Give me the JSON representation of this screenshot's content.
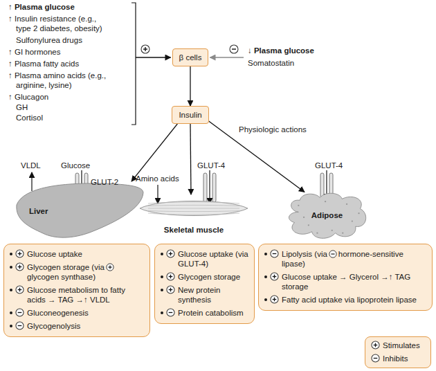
{
  "diagram": {
    "nodes": [
      {
        "text": [
          "β cells"
        ]
      },
      {
        "text": [
          "Insulin"
        ]
      },
      {
        "text": [
          "Liver"
        ]
      },
      {
        "text": [
          "Skeletal muscle"
        ]
      },
      {
        "text": [
          "Adipose"
        ]
      },
      {
        "text": [
          "Glucose uptake",
          "Glycogen storage (via",
          "glycogen synthase)",
          "Glucose metabolism to fatty acids → TAG →↑ VLDL",
          "Gluconeogenesis",
          "Glycogenolysis"
        ]
      },
      {
        "text": [
          "Glucose uptake (via GLUT-4)",
          "Glycogen storage",
          "New protein synthesis",
          "Protein catabolism"
        ]
      },
      {
        "text": [
          "Lipolysis (via",
          "hormone-sensitive lipase)",
          "Glucose uptake → Glycerol →↑ TAG storage",
          "Fatty acid uptake via lipoprotein lipase"
        ]
      }
    ],
    "edges": [
      {
        "from": 0,
        "to": 1,
        "arrow": "to"
      },
      {
        "from": 1,
        "to": 2,
        "arrow": "to"
      },
      {
        "from": 1,
        "to": 3,
        "arrow": "to"
      },
      {
        "from": 1,
        "to": 4,
        "label": "Physiologic actions",
        "arrow": "to"
      }
    ],
    "labels": [
      "↑ Plasma glucose",
      "↑ Insulin resistance (e.g., type 2 diabetes, obesity)",
      "Sulfonylurea drugs",
      "↑ GI hormones",
      "↑ Plasma fatty acids",
      "↑ Plasma amino acids (e.g., arginine, lysine)",
      "↑ Glucagon",
      "GH",
      "Cortisol",
      "↓ Plasma glucose",
      "Somatostatin",
      "VLDL",
      "Glucose",
      "GLUT-2",
      "Amino acids",
      "GLUT-4",
      "GLUT-4"
    ],
    "legend": [
      {
        "text": "Stimulates"
      },
      {
        "text": "Inhibits"
      }
    ]
  }
}
